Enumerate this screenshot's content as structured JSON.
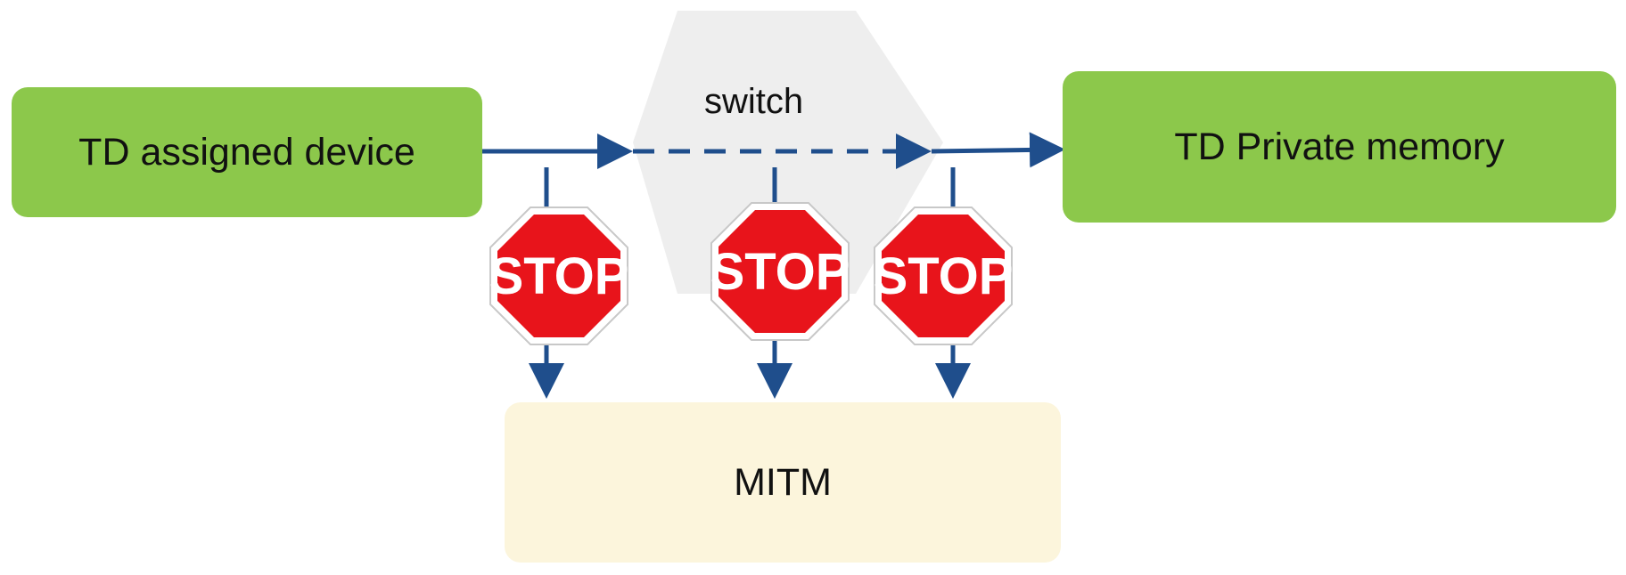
{
  "source_box": {
    "label": "TD assigned device"
  },
  "switch": {
    "label": "switch"
  },
  "target_box": {
    "label": "TD Private memory"
  },
  "attacker_box": {
    "label": "MITM"
  },
  "stop_signs": [
    {
      "label": "STOP"
    },
    {
      "label": "STOP"
    },
    {
      "label": "STOP"
    }
  ],
  "colors": {
    "box_green": "#8cc84b",
    "mitm_fill": "#fcf5dc",
    "arrow_blue": "#1f4e8c",
    "switch_gray": "#eeeeee",
    "stop_red": "#e8141b"
  }
}
